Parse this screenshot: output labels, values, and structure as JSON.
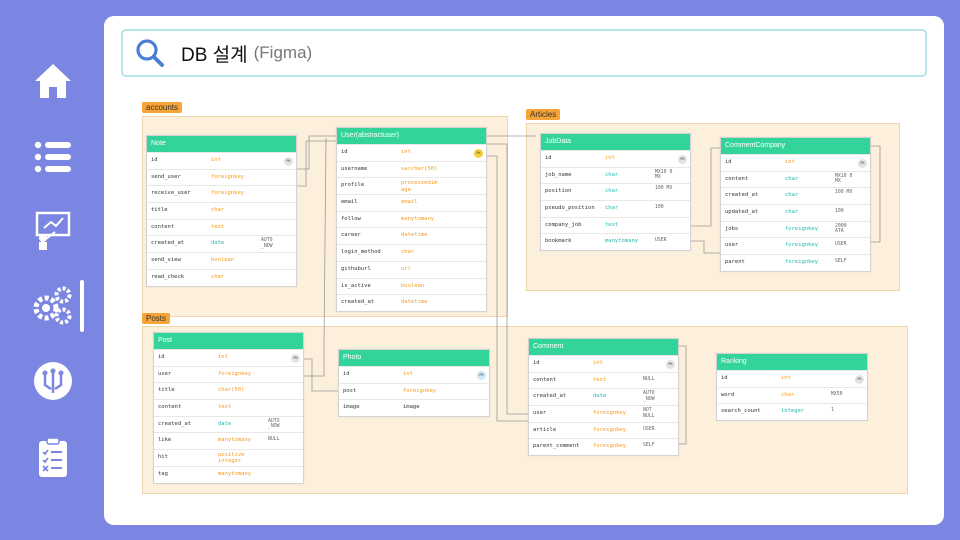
{
  "search": {
    "title": "DB 설계",
    "subtitle": "(Figma)"
  },
  "nav": [
    {
      "icon": "home-icon"
    },
    {
      "icon": "list-icon"
    },
    {
      "icon": "presentation-icon"
    },
    {
      "icon": "gears-icon",
      "active": true
    },
    {
      "icon": "circuit-icon"
    },
    {
      "icon": "clipboard-checklist-icon"
    }
  ],
  "groups": {
    "accounts": "accounts",
    "articles": "Articles",
    "posts": "Posts"
  },
  "tables": {
    "note": {
      "name": "Note",
      "rows": [
        [
          "id",
          "int",
          ""
        ],
        [
          "send_user",
          "foreignkey",
          ""
        ],
        [
          "receive_user",
          "foreignkey",
          ""
        ],
        [
          "title",
          "char",
          ""
        ],
        [
          "content",
          "text",
          ""
        ],
        [
          "created_at",
          "date",
          "AUTO _NOW"
        ],
        [
          "send_view",
          "boolean",
          ""
        ],
        [
          "read_check",
          "char",
          ""
        ]
      ]
    },
    "user": {
      "name": "User(abstractuser)",
      "rows": [
        [
          "id",
          "int",
          ""
        ],
        [
          "username",
          "varchar(50)",
          ""
        ],
        [
          "profile",
          "processedim age",
          ""
        ],
        [
          "email",
          "email",
          ""
        ],
        [
          "follow",
          "manytomany",
          ""
        ],
        [
          "career",
          "datetime",
          ""
        ],
        [
          "login_method",
          "char",
          ""
        ],
        [
          "githuburl",
          "url",
          ""
        ],
        [
          "is_active",
          "boolean",
          ""
        ],
        [
          "created_at",
          "datetime",
          ""
        ]
      ]
    },
    "jobdata": {
      "name": "JobData",
      "rows": [
        [
          "id",
          "int",
          ""
        ],
        [
          "job_name",
          "char",
          "MX10 0 MX"
        ],
        [
          "position",
          "char",
          "100 MX"
        ],
        [
          "pseudo_position",
          "char",
          "100"
        ],
        [
          "company_job",
          "text",
          ""
        ],
        [
          "bookmark",
          "manytomany",
          "USER"
        ]
      ]
    },
    "commentcompany": {
      "name": "CommentCompany",
      "rows": [
        [
          "id",
          "int",
          ""
        ],
        [
          "content",
          "char",
          "MX10 0 MX"
        ],
        [
          "created_at",
          "char",
          "100 MX"
        ],
        [
          "updated_at",
          "char",
          "100"
        ],
        [
          "jobs",
          "foreignkey",
          "2000 ATA"
        ],
        [
          "user",
          "foreignkey",
          "USER"
        ],
        [
          "parent",
          "foreignkey",
          "SELF"
        ]
      ]
    },
    "post": {
      "name": "Post",
      "rows": [
        [
          "id",
          "int",
          ""
        ],
        [
          "user",
          "foreignkey",
          ""
        ],
        [
          "title",
          "char(50)",
          ""
        ],
        [
          "content",
          "text",
          ""
        ],
        [
          "created_at",
          "date",
          "AUTO _NOW"
        ],
        [
          "like",
          "manytomany",
          "NULL"
        ],
        [
          "hit",
          "positive integer",
          ""
        ],
        [
          "tag",
          "manytomany",
          ""
        ]
      ]
    },
    "photo": {
      "name": "Photo",
      "rows": [
        [
          "id",
          "int",
          ""
        ],
        [
          "post",
          "foreignkey",
          ""
        ],
        [
          "image",
          "image",
          ""
        ]
      ]
    },
    "comment": {
      "name": "Comment",
      "rows": [
        [
          "id",
          "int",
          ""
        ],
        [
          "content",
          "text",
          "NULL"
        ],
        [
          "created_at",
          "date",
          "AUTO _NOW"
        ],
        [
          "user",
          "foreignkey",
          "NOT NULL"
        ],
        [
          "article",
          "foreignkey",
          "USER"
        ],
        [
          "parent_comment",
          "foreignkey",
          "SELF"
        ]
      ]
    },
    "ranking": {
      "name": "Ranking",
      "rows": [
        [
          "id",
          "int",
          ""
        ],
        [
          "word",
          "char",
          "MX50"
        ],
        [
          "search_count",
          "integer",
          "1"
        ]
      ]
    }
  }
}
